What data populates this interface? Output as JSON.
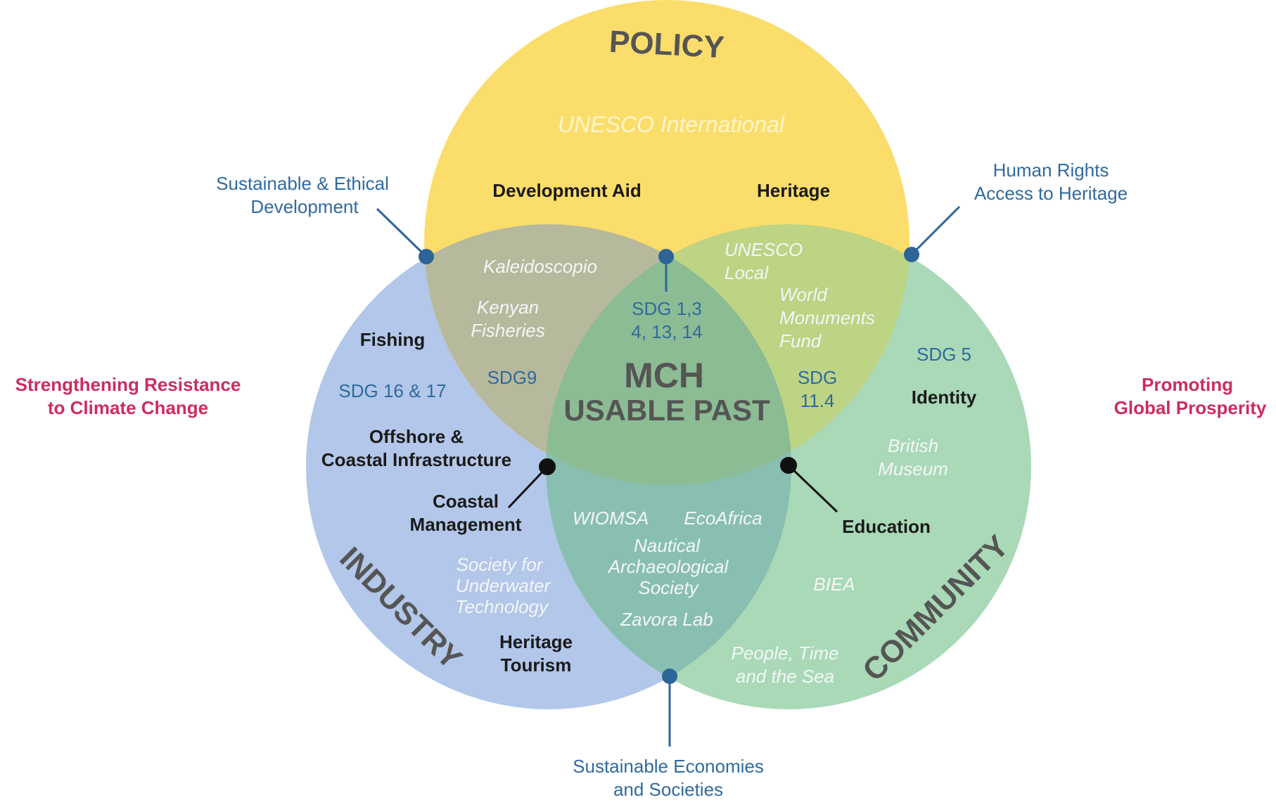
{
  "colors": {
    "policy": "#fbdd6b",
    "industry": "#b2c7e9",
    "community": "#a9d9b7",
    "policy_industry": "#b7b99c",
    "policy_community": "#bcd484",
    "industry_community": "#89bfb0",
    "center": "#8cbc94",
    "connector_blue": "#2d6599",
    "connector_black": "#111111",
    "outer_blue_text": "#2f6a9e",
    "outer_red_text": "#cc2d5e"
  },
  "circles": {
    "policy": {
      "label": "POLICY",
      "items": {
        "unesco_international": "UNESCO International",
        "development_aid": "Development Aid",
        "heritage": "Heritage"
      }
    },
    "industry": {
      "label": "INDUSTRY",
      "items": {
        "fishing": "Fishing",
        "sdg": "SDG 16 & 17",
        "offshore_1": "Offshore &",
        "offshore_2": "Coastal Infrastructure",
        "coastal_1": "Coastal",
        "coastal_2": "Management",
        "society_1": "Society for",
        "society_2": "Underwater",
        "society_3": "Technology",
        "tourism_1": "Heritage",
        "tourism_2": "Tourism"
      }
    },
    "community": {
      "label": "COMMUNITY",
      "items": {
        "sdg": "SDG 5",
        "identity": "Identity",
        "museum_1": "British",
        "museum_2": "Museum",
        "education": "Education",
        "biea": "BIEA",
        "people_1": "People, Time",
        "people_2": "and the Sea"
      }
    }
  },
  "overlaps": {
    "policy_industry": {
      "kaleidoscopio": "Kaleidoscopio",
      "kenyan_1": "Kenyan",
      "kenyan_2": "Fisheries",
      "sdg": "SDG9"
    },
    "policy_community": {
      "unesco_1": "UNESCO",
      "unesco_2": "Local",
      "wmf_1": "World",
      "wmf_2": "Monuments",
      "wmf_3": "Fund",
      "sdg_1": "SDG",
      "sdg_2": "11.4"
    },
    "industry_community": {
      "wiomsa": "WIOMSA",
      "ecoafrica": "EcoAfrica",
      "nautical_1": "Nautical",
      "nautical_2": "Archaeological",
      "nautical_3": "Society",
      "zavora": "Zavora Lab"
    },
    "center": {
      "sdg_1": "SDG 1,3",
      "sdg_2": "4, 13, 14",
      "title_1": "MCH",
      "title_2": "USABLE PAST"
    }
  },
  "outer": {
    "sustainable_ethical_1": "Sustainable & Ethical",
    "sustainable_ethical_2": "Development",
    "human_rights_1": "Human Rights",
    "human_rights_2": "Access to Heritage",
    "sustainable_econ_1": "Sustainable Economies",
    "sustainable_econ_2": "and Societies",
    "climate_1": "Strengthening Resistance",
    "climate_2": "to Climate Change",
    "prosperity_1": "Promoting",
    "prosperity_2": "Global Prosperity"
  }
}
